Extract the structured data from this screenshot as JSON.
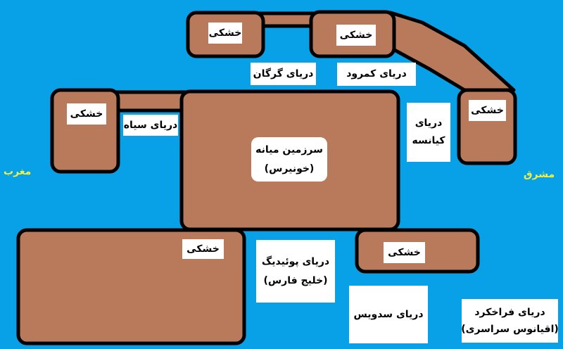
{
  "colors": {
    "sea": "#08a0e6",
    "land": "#b87a5a",
    "outline": "#000000",
    "label_bg": "#ffffff",
    "direction_text": "#f4f040"
  },
  "directions": {
    "west": "مغرب",
    "east": "مشرق"
  },
  "lands": [
    {
      "id": "land-top-left",
      "label": "خشکی"
    },
    {
      "id": "land-top-middle",
      "label": "خشکی"
    },
    {
      "id": "land-east",
      "label": "خشکی"
    },
    {
      "id": "land-west",
      "label": "خشکی"
    },
    {
      "id": "land-south-west",
      "label": "خشکی"
    },
    {
      "id": "land-south-east",
      "label": "خشکی"
    }
  ],
  "central_land": {
    "line1": "سرزمین میانه",
    "line2": "(خونیرس)"
  },
  "seas": {
    "gorgan": "دریای گرگان",
    "kamrud": "دریای کمرود",
    "siyah": "دریای سیاه",
    "kyansa": {
      "line1": "دریای",
      "line2": "کیانسه"
    },
    "pudik": {
      "line1": "دریای پوئیدیگ",
      "line2": "(خلیج فارس)"
    },
    "sadvis": "دریای سدویس",
    "farakhkard": {
      "line1": "دریای فراخکرد",
      "line2": "(اقیانوس سراسری)"
    }
  }
}
